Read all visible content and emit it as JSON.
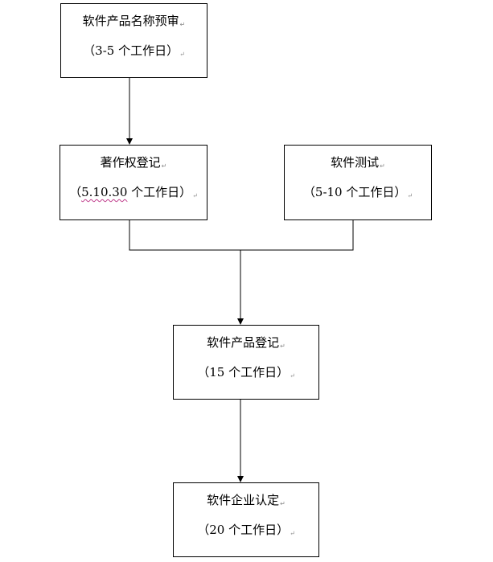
{
  "flowchart": {
    "steps": [
      {
        "title": "软件产品名称预审",
        "duration": "（3-5 个工作日）"
      },
      {
        "title": "著作权登记",
        "duration_open": "（",
        "duration_marked": "5.10.30",
        "duration_rest": " 个工作日）"
      },
      {
        "title": "软件测试",
        "duration": "（5-10 个工作日）"
      },
      {
        "title": "软件产品登记",
        "duration": "（15 个工作日）"
      },
      {
        "title": "软件企业认定",
        "duration": "（20 个工作日）"
      }
    ],
    "paragraph_mark": "↵"
  },
  "colors": {
    "stroke": "#000000",
    "background": "#ffffff",
    "paragraph_mark": "#8a8a8a",
    "spellcheck_underline": "#c03c8c"
  }
}
